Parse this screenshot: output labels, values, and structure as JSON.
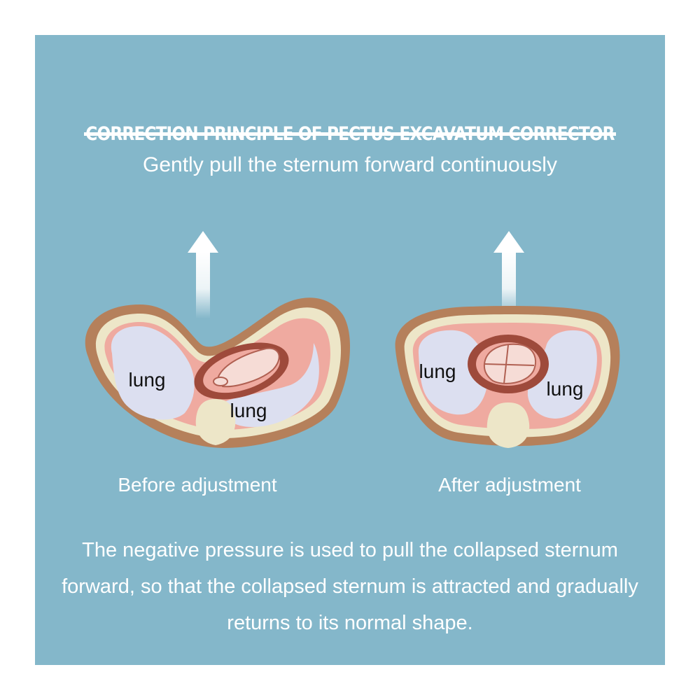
{
  "title": "CORRECTION PRINCIPLE OF PECTUS EXCAVATUM CORRECTOR",
  "subtitle": "Gently pull the sternum forward continuously",
  "before": {
    "caption": "Before adjustment",
    "lung_left": "lung",
    "lung_right": "lung"
  },
  "after": {
    "caption": "After adjustment",
    "lung_left": "lung",
    "lung_right": "lung"
  },
  "description": "The negative pressure is used to pull the collapsed sternum forward, so that the collapsed sternum is attracted and gradually returns to its normal shape.",
  "colors": {
    "background": "#84b7ca",
    "skin": "#b5805b",
    "fat": "#ede6c8",
    "tissue": "#efaaa0",
    "lung": "#dcdff0",
    "heart": "#9e4a3b"
  }
}
